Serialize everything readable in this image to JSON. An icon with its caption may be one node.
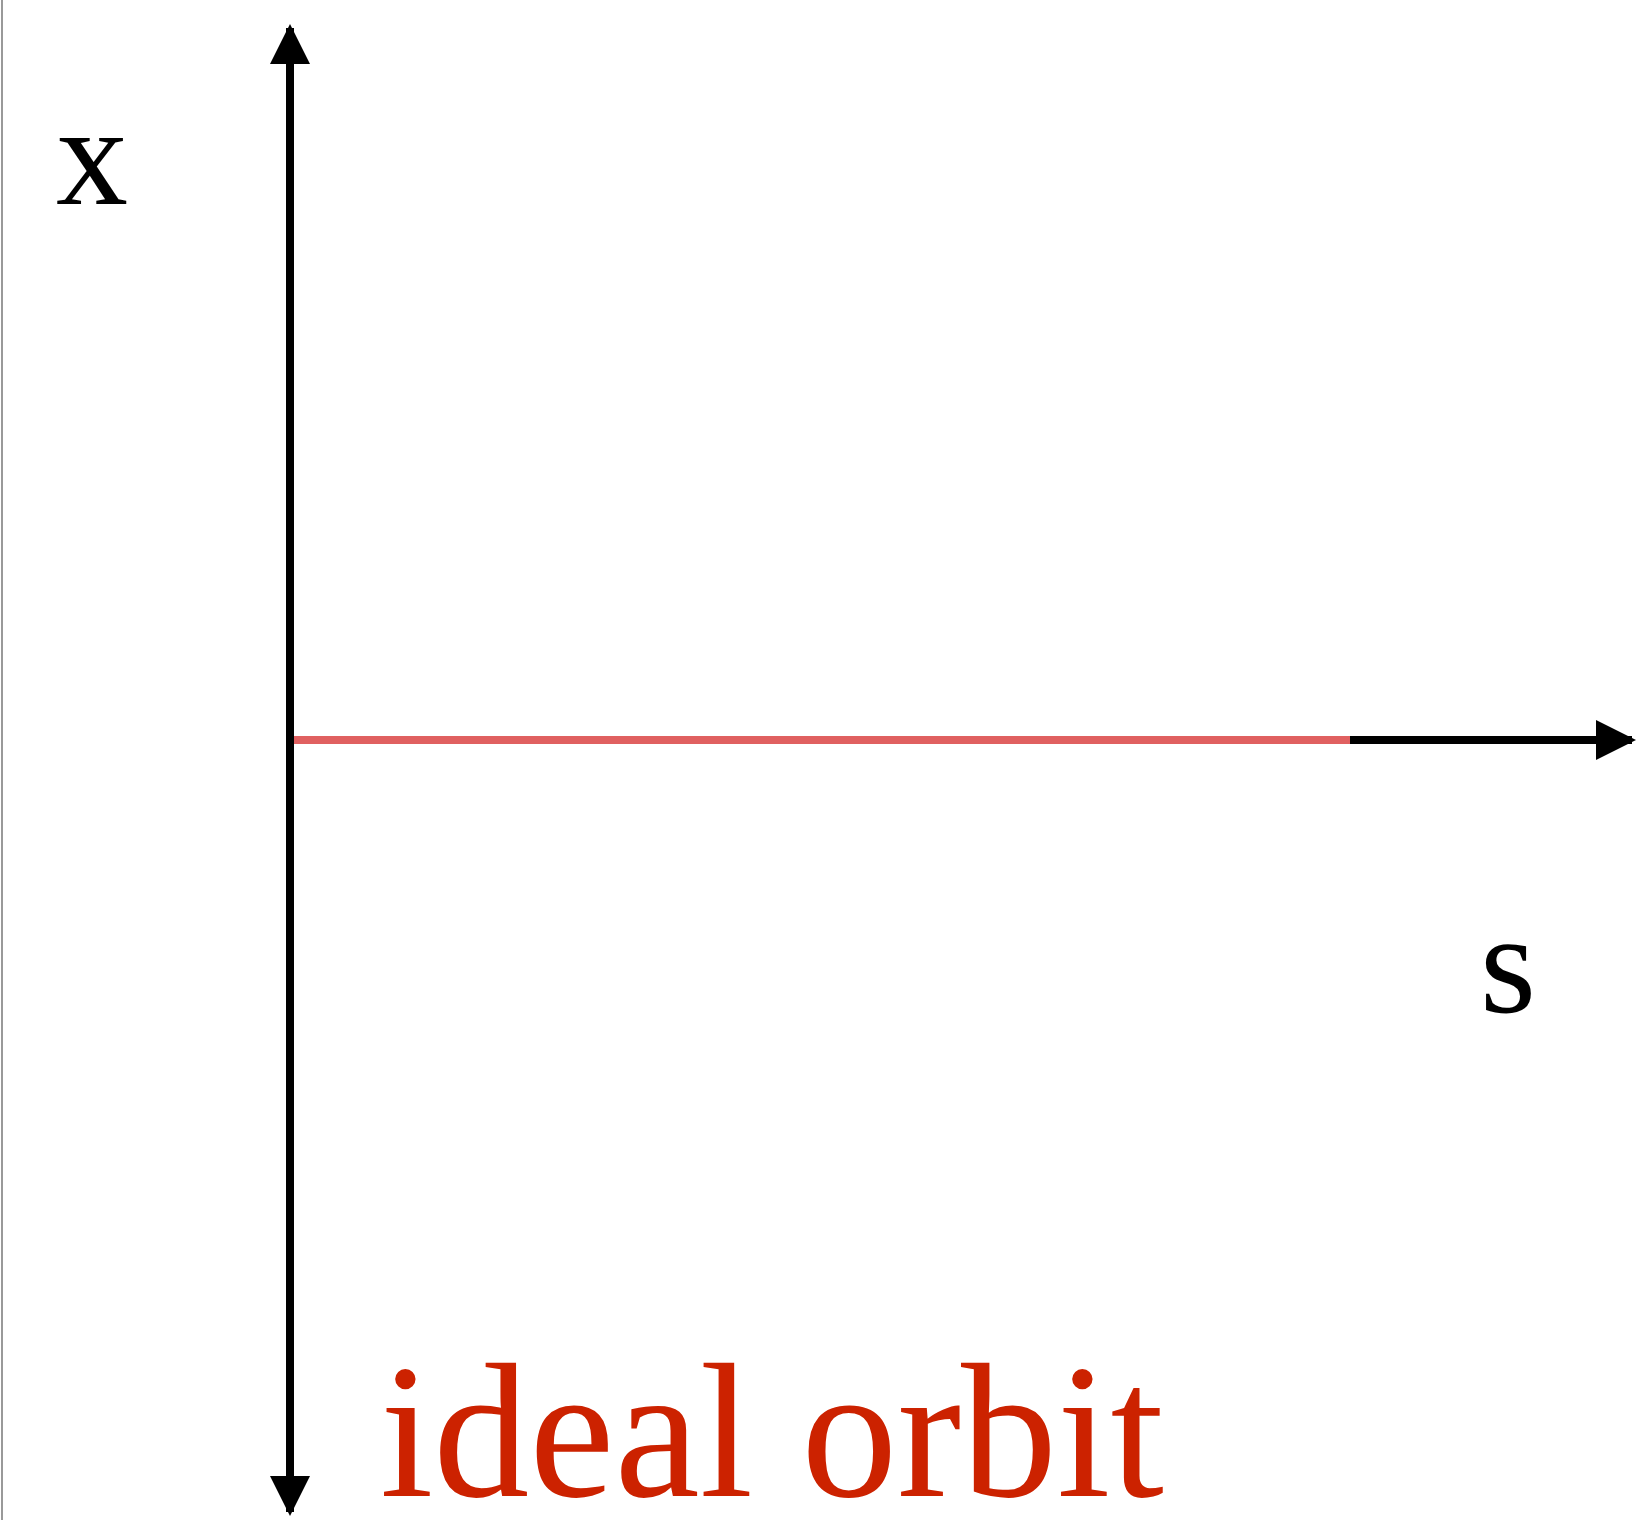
{
  "diagram": {
    "labels": [
      "x",
      "s",
      "ideal orbit"
    ]
  }
}
